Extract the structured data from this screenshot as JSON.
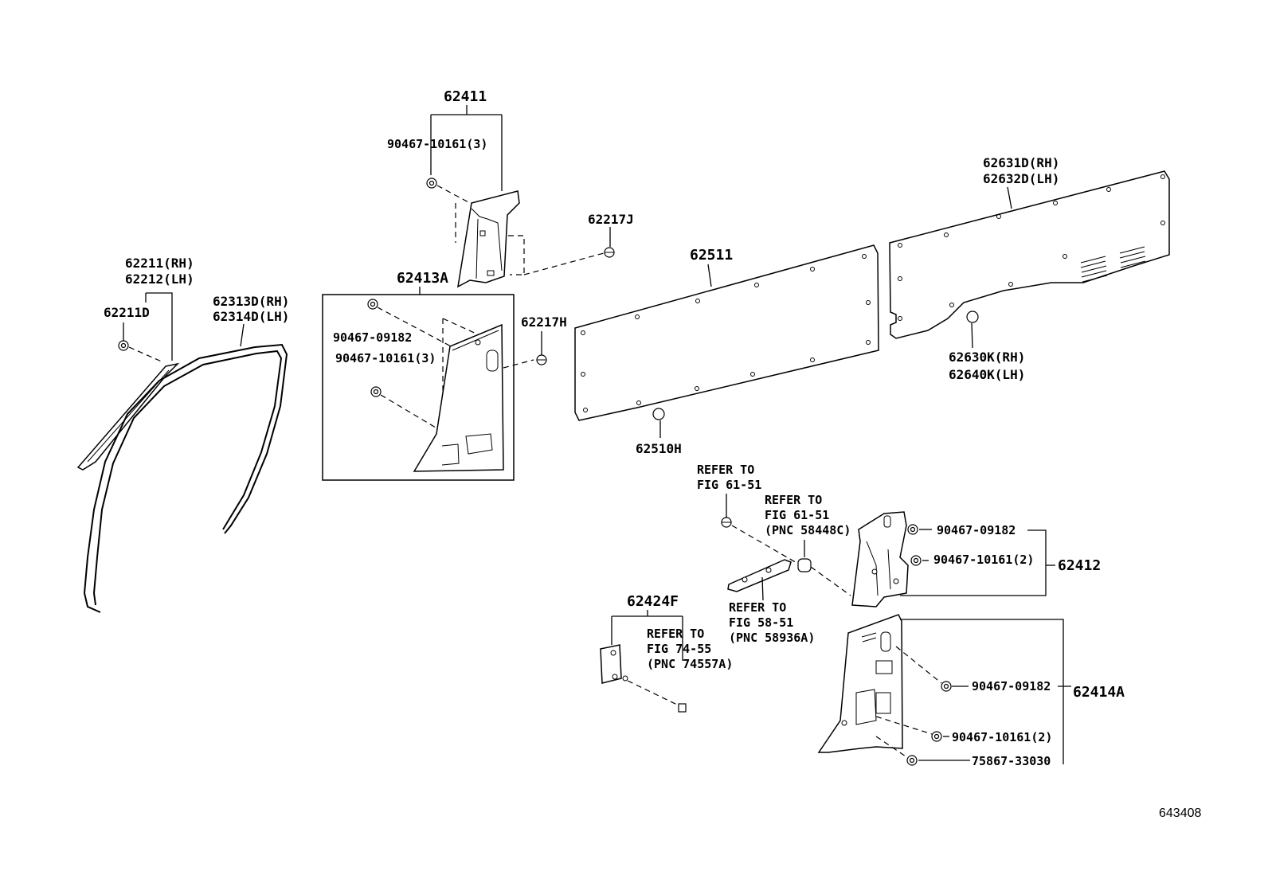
{
  "labels": {
    "p62411": "62411",
    "c90467_10161_3_top": "90467-10161(3)",
    "p62217J": "62217J",
    "p62211": "62211(RH)",
    "p62212": "62212(LH)",
    "p62211D": "62211D",
    "p62313D": "62313D(RH)",
    "p62314D": "62314D(LH)",
    "p62413A": "62413A",
    "c90467_09182_box": "90467-09182",
    "c90467_10161_3_box": "90467-10161(3)",
    "p62217H": "62217H",
    "p62511": "62511",
    "p62510H": "62510H",
    "p62631D": "62631D(RH)",
    "p62632D": "62632D(LH)",
    "p62630K": "62630K(RH)",
    "p62640K": "62640K(LH)",
    "ref1_l1": "REFER TO",
    "ref1_l2": "FIG 61-51",
    "ref2_l1": "REFER TO",
    "ref2_l2": "FIG 61-51",
    "ref2_l3": "(PNC 58448C)",
    "ref3_l1": "REFER TO",
    "ref3_l2": "FIG 58-51",
    "ref3_l3": "(PNC 58936A)",
    "p62424F": "62424F",
    "ref4_l1": "REFER TO",
    "ref4_l2": "FIG 74-55",
    "ref4_l3": "(PNC 74557A)",
    "c90467_09182_r1": "90467-09182",
    "c90467_10161_2_r1": "90467-10161(2)",
    "p62412": "62412",
    "c90467_09182_r2": "90467-09182",
    "p62414A": "62414A",
    "c90467_10161_2_r2": "90467-10161(2)",
    "c75867_33030": "75867-33030",
    "figure_id": "643408"
  }
}
